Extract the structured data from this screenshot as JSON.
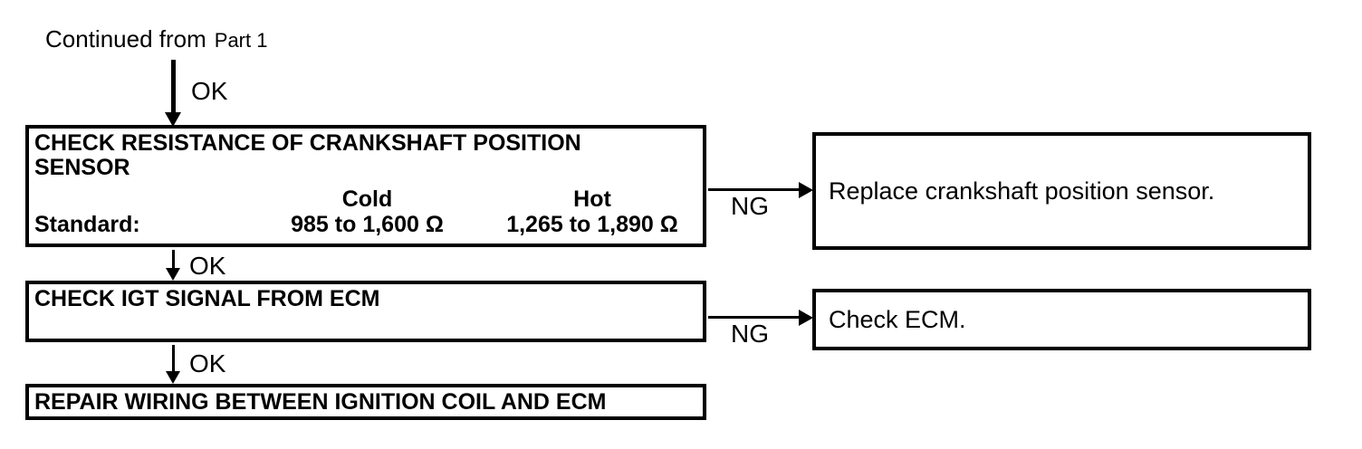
{
  "header": {
    "continued_from": "Continued from",
    "part_reference": "Part 1"
  },
  "connectors": {
    "ok1": "OK",
    "ok2": "OK",
    "ok3": "OK",
    "ng1": "NG",
    "ng2": "NG"
  },
  "steps": {
    "step1": {
      "title": "CHECK RESISTANCE OF CRANKSHAFT POSITION SENSOR",
      "table": {
        "row_label": "Standard:",
        "columns": [
          "Cold",
          "Hot"
        ],
        "values": [
          "985 to 1,600 Ω",
          "1,265 to 1,890 Ω"
        ]
      },
      "ng_action": "Replace crankshaft position sensor."
    },
    "step2": {
      "title": "CHECK IGT SIGNAL FROM ECM",
      "ng_action": "Check ECM."
    },
    "step3": {
      "title": "REPAIR WIRING BETWEEN IGNITION COIL AND ECM"
    }
  },
  "colors": {
    "line": "#000000",
    "background": "#ffffff"
  }
}
